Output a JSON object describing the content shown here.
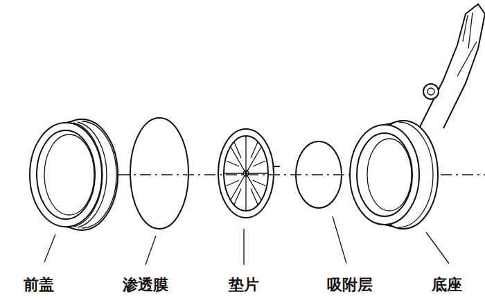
{
  "diagram": {
    "labels": [
      "前盖",
      "渗透膜",
      "垫片",
      "吸附层",
      "底座"
    ]
  }
}
